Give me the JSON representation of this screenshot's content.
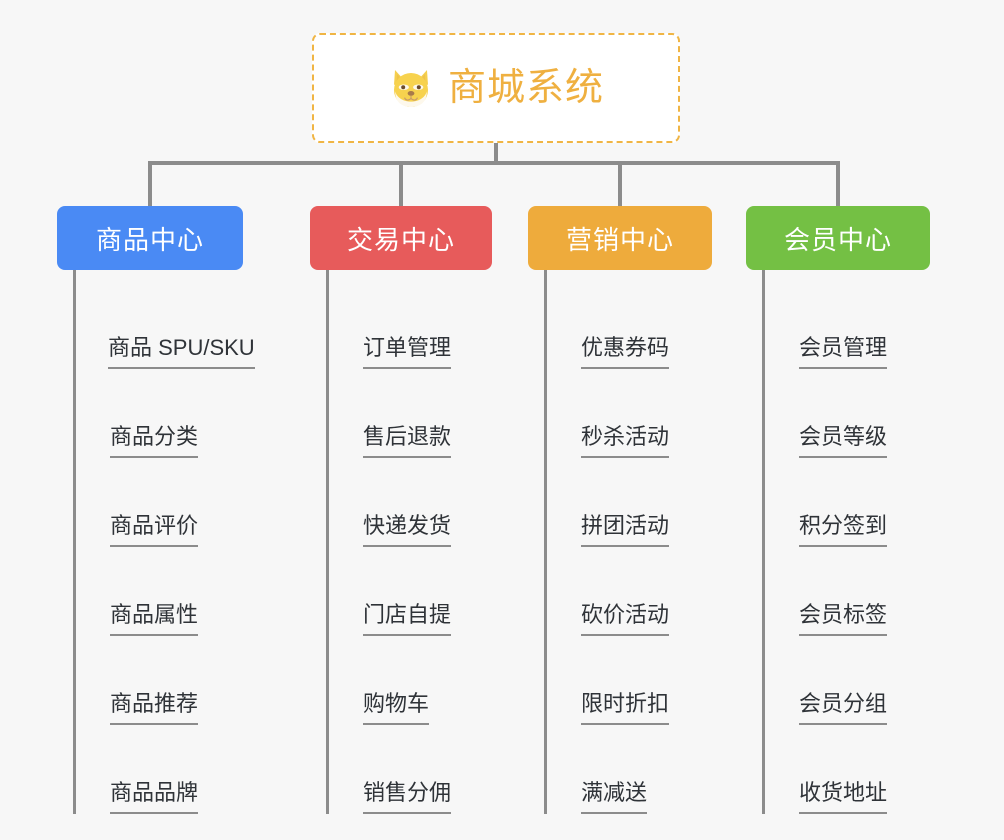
{
  "diagram": {
    "type": "org-tree",
    "root": {
      "title": "商城系统",
      "icon": "shiba-dog-face-icon",
      "title_color": "#efb040",
      "border_color": "#f0b544"
    },
    "columns": [
      {
        "title": "商品中心",
        "color": "#4a8af4",
        "items": [
          "商品 SPU/SKU",
          "商品分类",
          "商品评价",
          "商品属性",
          "商品推荐",
          "商品品牌"
        ]
      },
      {
        "title": "交易中心",
        "color": "#e75b5b",
        "items": [
          "订单管理",
          "售后退款",
          "快递发货",
          "门店自提",
          "购物车",
          "销售分佣"
        ]
      },
      {
        "title": "营销中心",
        "color": "#eeab3c",
        "items": [
          "优惠券码",
          "秒杀活动",
          "拼团活动",
          "砍价活动",
          "限时折扣",
          "满减送"
        ]
      },
      {
        "title": "会员中心",
        "color": "#74c044",
        "items": [
          "会员管理",
          "会员等级",
          "积分签到",
          "会员标签",
          "会员分组",
          "收货地址"
        ]
      }
    ],
    "connector_color": "#8c8c8c",
    "background_color": "#f7f7f7"
  }
}
